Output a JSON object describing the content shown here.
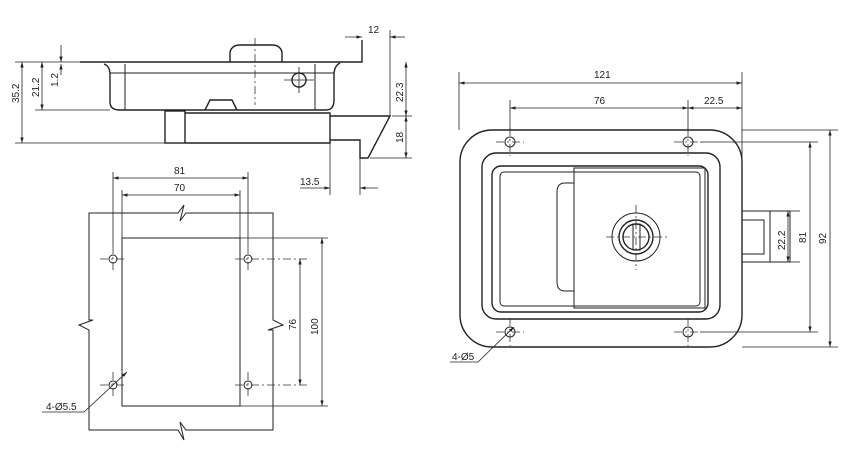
{
  "side_view": {
    "dims": {
      "top_offset": "12",
      "overall_height": "35.2",
      "body_height": "21.2",
      "flange": "1.2",
      "upper_height": "22.3",
      "latch_height": "18",
      "latch_projection": "13.5"
    }
  },
  "cutout_view": {
    "dims": {
      "hole_span_x": "81",
      "cutout_width": "70",
      "hole_span_y": "76",
      "cutout_height": "100",
      "holes": "4-Ø5.5"
    }
  },
  "front_view": {
    "dims": {
      "overall_width": "121",
      "hole_span_x": "76",
      "hole_edge_offset": "22.5",
      "latch_width": "22.2",
      "hole_span_y": "81",
      "overall_height": "92",
      "holes": "4-Ø5"
    }
  }
}
